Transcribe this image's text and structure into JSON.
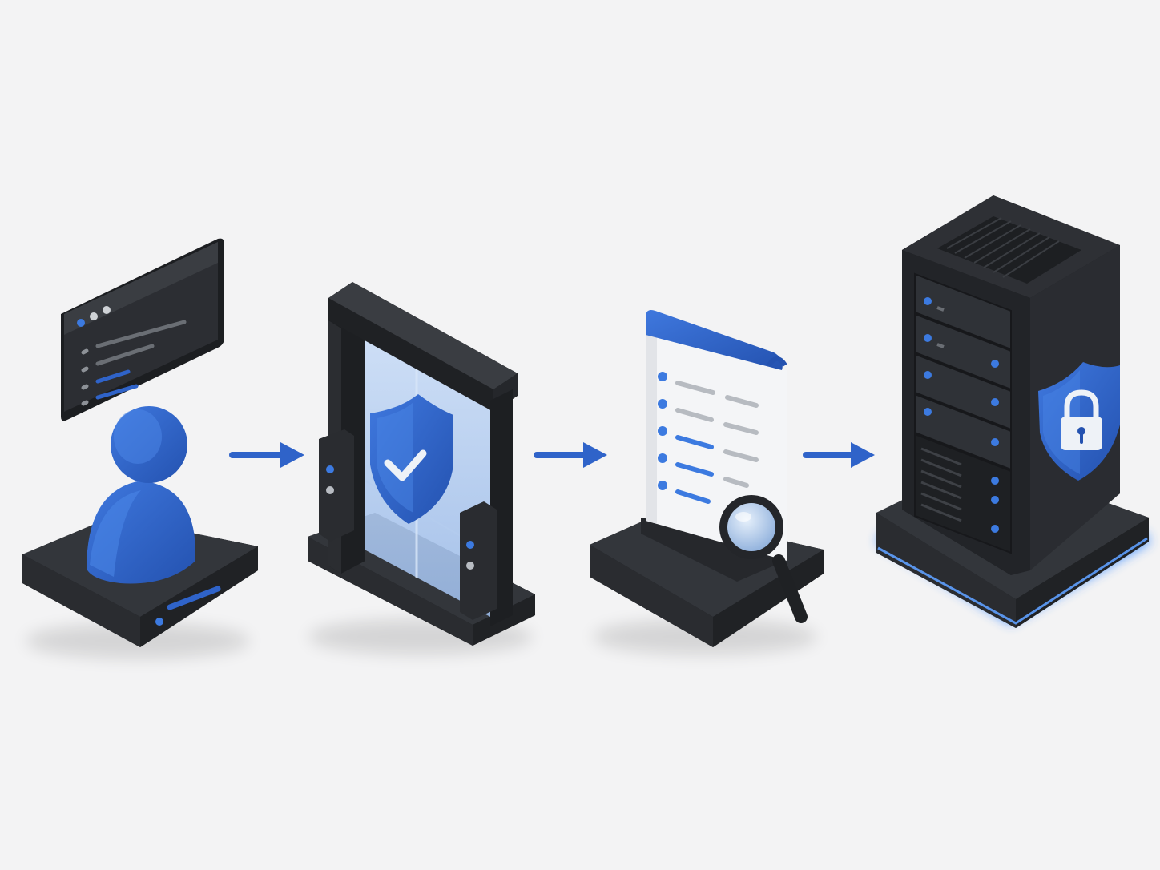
{
  "diagram": {
    "type": "flow",
    "direction": "left-to-right",
    "nodes": [
      {
        "id": "user",
        "icon": "user-icon",
        "extra_icon": "code-window-icon"
      },
      {
        "id": "gateway",
        "icon": "security-gate-icon",
        "extra_icon": "shield-check-icon"
      },
      {
        "id": "audit",
        "icon": "document-list-icon",
        "extra_icon": "magnifier-icon"
      },
      {
        "id": "server",
        "icon": "server-tower-icon",
        "extra_icon": "shield-lock-icon"
      }
    ],
    "edges": [
      {
        "from": "user",
        "to": "gateway"
      },
      {
        "from": "gateway",
        "to": "audit"
      },
      {
        "from": "audit",
        "to": "server"
      }
    ]
  },
  "colors": {
    "background": "#f3f3f4",
    "dark": "#25272b",
    "accent_blue": "#2f63c9",
    "glow_blue": "#3c8cff",
    "paper": "#f2f3f5"
  }
}
